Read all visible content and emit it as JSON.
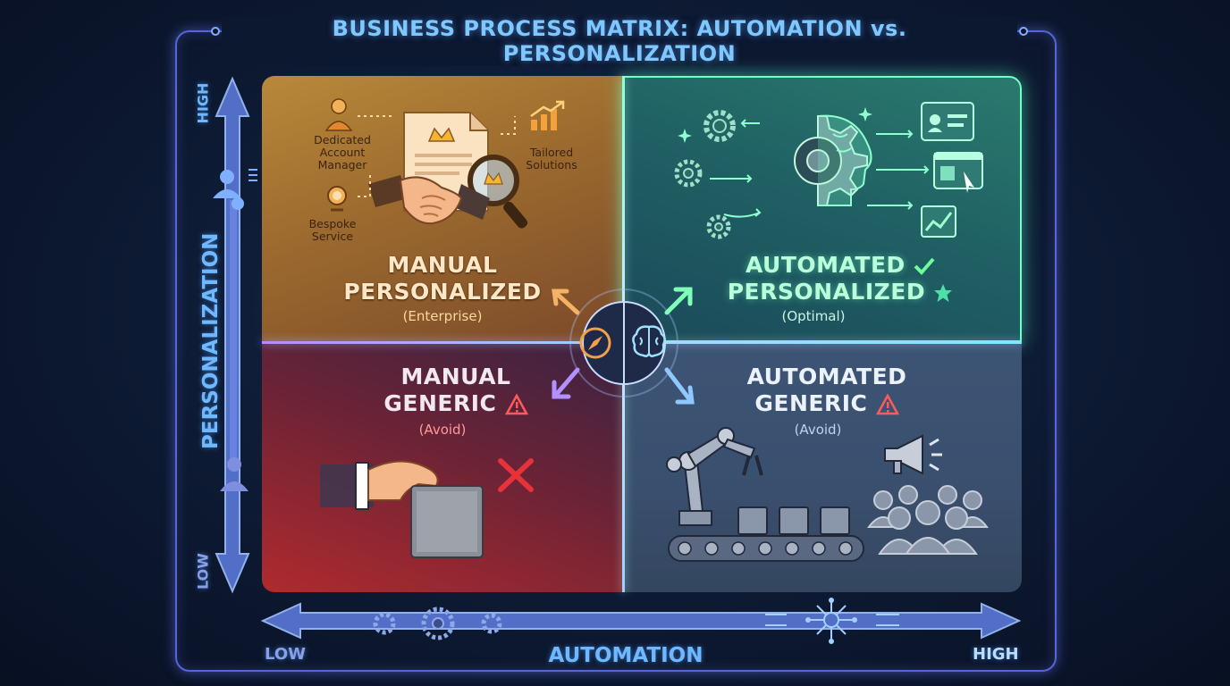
{
  "title": "BUSINESS PROCESS MATRIX: AUTOMATION vs. PERSONALIZATION",
  "y_axis": {
    "label": "PERSONALIZATION",
    "high": "HIGH",
    "low": "LOW"
  },
  "x_axis": {
    "label": "AUTOMATION",
    "low": "LOW",
    "high": "HIGH"
  },
  "quadrants": {
    "manual_personalized": {
      "title_line1": "MANUAL",
      "title_line2": "PERSONALIZED",
      "subtitle": "(Enterprise)",
      "labels": {
        "dedicated": "Dedicated Account Manager",
        "tailored": "Tailored Solutions",
        "bespoke": "Bespoke Service"
      }
    },
    "automated_personalized": {
      "title_line1": "AUTOMATED",
      "title_line2": "PERSONALIZED",
      "subtitle": "(Optimal)"
    },
    "manual_generic": {
      "title_line1": "MANUAL",
      "title_line2": "GENERIC",
      "subtitle": "(Avoid)"
    },
    "automated_generic": {
      "title_line1": "AUTOMATED",
      "title_line2": "GENERIC",
      "subtitle": "(Avoid)"
    }
  },
  "colors": {
    "manual_personalized": "#b8893a",
    "automated_personalized": "#2a7a6e",
    "manual_generic": "#b02a2e",
    "automated_generic": "#3c5474",
    "axis": "#6fb8ff",
    "frame": "#5566d8"
  },
  "icons": [
    "handshake-icon",
    "document-crown-icon",
    "magnifier-icon",
    "account-manager-icon",
    "chart-growth-icon",
    "bespoke-icon",
    "gear-brain-icon",
    "profile-card-icon",
    "browser-click-icon",
    "chart-screen-icon",
    "compass-icon",
    "brain-icon",
    "hand-box-icon",
    "x-mark-icon",
    "warning-icon",
    "robot-arm-icon",
    "conveyor-icon",
    "megaphone-icon",
    "crowd-icon",
    "gears-icon",
    "network-icon",
    "person-icon",
    "checkmark-icon",
    "star-icon"
  ]
}
